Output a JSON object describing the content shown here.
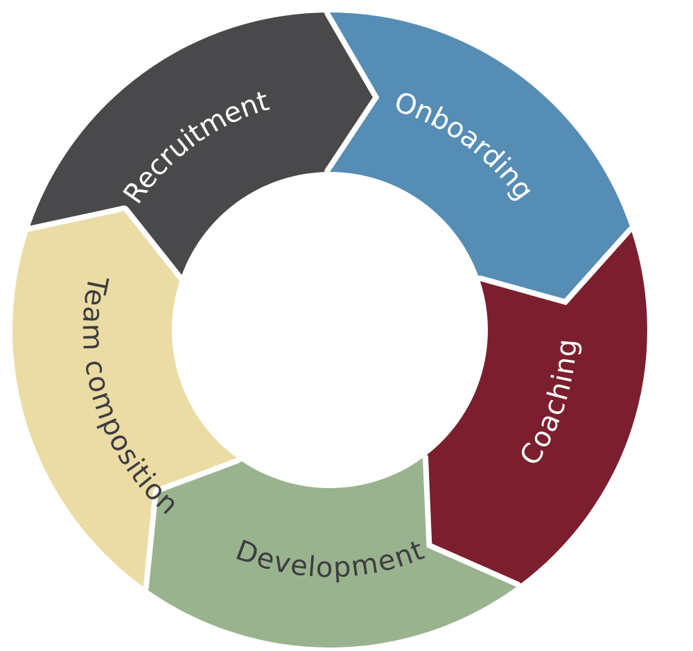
{
  "diagram": {
    "type": "cycle",
    "segments": [
      {
        "id": "recruitment",
        "label": "Recruitment",
        "color": "#49494b",
        "text_color": "#ffffff"
      },
      {
        "id": "onboarding",
        "label": "Onboarding",
        "color": "#568db5",
        "text_color": "#ffffff"
      },
      {
        "id": "coaching",
        "label": "Coaching",
        "color": "#7b1f2e",
        "text_color": "#ffffff"
      },
      {
        "id": "development",
        "label": "Development",
        "color": "#9ab38f",
        "text_color": "#3d3d3f"
      },
      {
        "id": "team-composition",
        "label": "Team composition",
        "color": "#ebdca6",
        "text_color": "#3d3d3f"
      }
    ]
  }
}
